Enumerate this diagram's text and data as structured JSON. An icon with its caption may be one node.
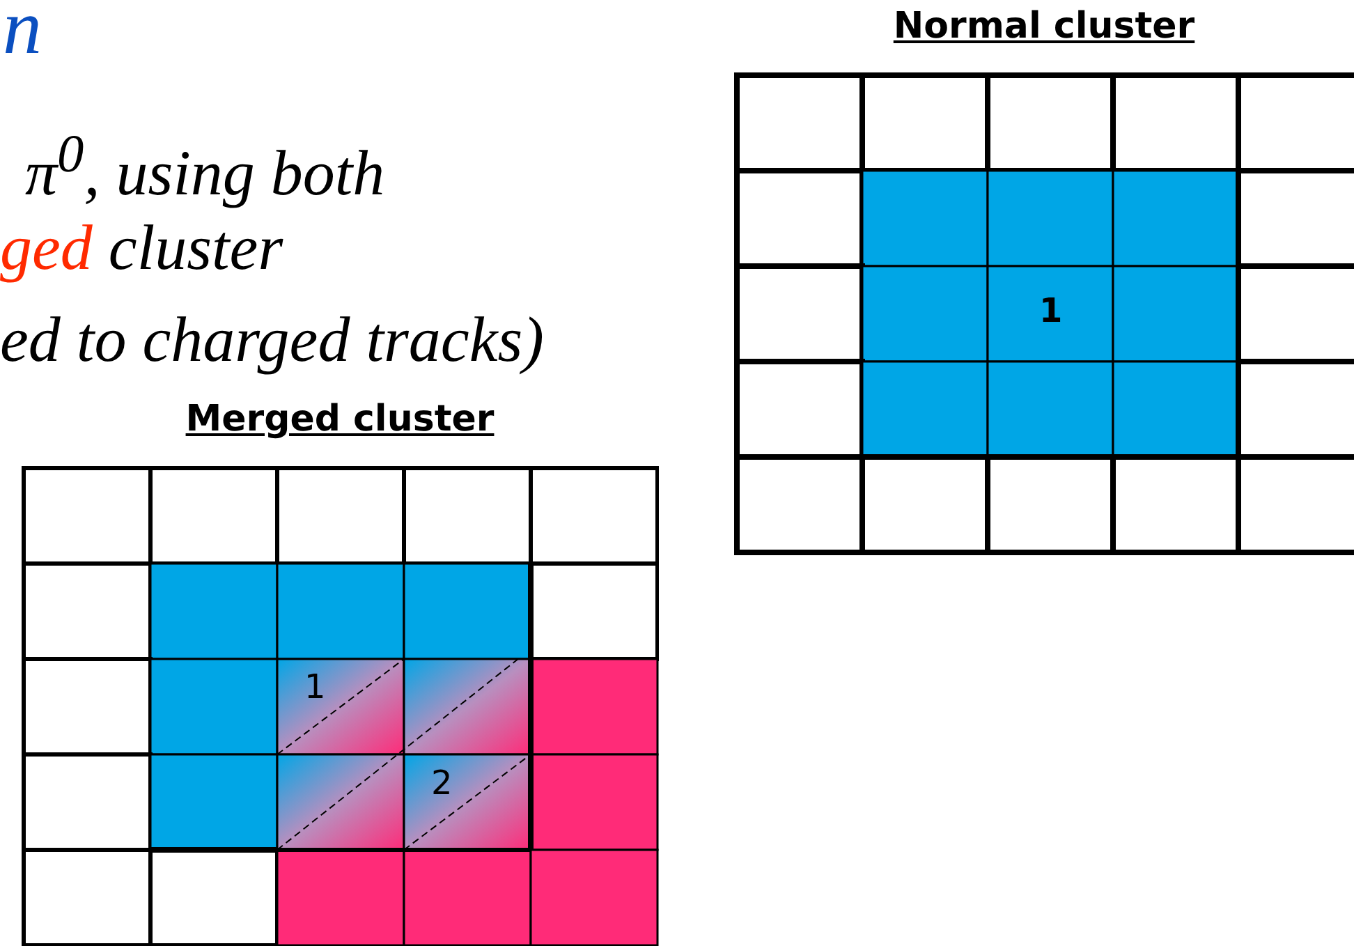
{
  "diagram": {
    "title": "n",
    "nodes": [
      {
        "text": [
          "Normal cluster"
        ]
      },
      {
        "text": [
          "1"
        ],
        "in": 0
      },
      {
        "text": [
          "Merged cluster"
        ]
      },
      {
        "text": [
          "1"
        ],
        "in": 2
      },
      {
        "text": [
          "2"
        ],
        "in": 2
      }
    ],
    "labels": [
      "π$^{0}$, using both",
      "ged cluster",
      "ed to charged tracks)"
    ]
  }
}
